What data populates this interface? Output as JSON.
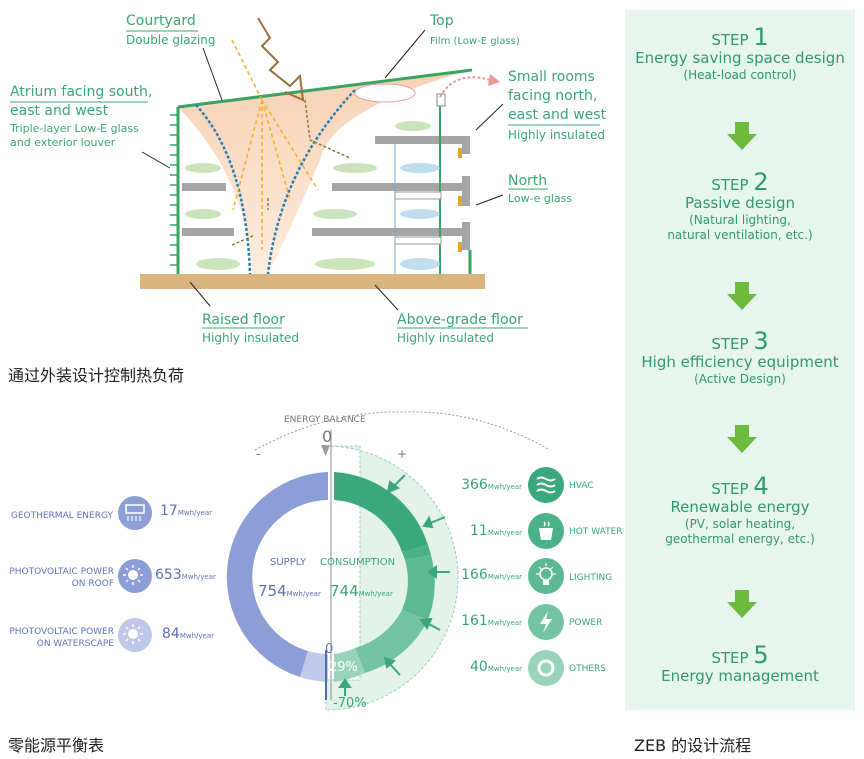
{
  "facade_diagram": {
    "courtyard": {
      "title": "Courtyard",
      "sub": "Double glazing"
    },
    "top": {
      "title": "Top",
      "sub": "Film (Low-E glass)"
    },
    "atrium": {
      "title_line1": "Atrium facing south,",
      "title_line2": "east and west",
      "sub_line1": "Triple-layer Low-E glass",
      "sub_line2": "and exterior louver"
    },
    "small_rooms": {
      "title_line1": "Small rooms",
      "title_line2": "facing north,",
      "title_line3": "east and west",
      "sub": "Highly insulated"
    },
    "north": {
      "title": "North",
      "sub": "Low-e glass"
    },
    "raised_floor": {
      "title": "Raised floor",
      "sub": "Highly insulated"
    },
    "above_grade": {
      "title": "Above-grade floor",
      "sub": "Highly insulated"
    }
  },
  "captions": {
    "facade": "通过外装设计控制热负荷",
    "balance": "零能源平衡表",
    "steps": "ZEB 的设计流程"
  },
  "energy_balance": {
    "title": "ENERGY BALANCE",
    "zero_top": "0",
    "minus": "-",
    "plus": "+",
    "supply_label": "SUPPLY",
    "consumption_label": "CONSUMPTION",
    "supply_value": "754",
    "consumption_value": "744",
    "unit": "Mwh/year",
    "zero_bottom": "0",
    "pct_29": "29%",
    "pct_neg70": "-70%",
    "colors": {
      "supply": "#8f9fd6",
      "consumption": "#43ad86",
      "light_green": "#dff0e6"
    },
    "supply_sources": [
      {
        "label_line1": "GEOTHERMAL ENERGY",
        "label_line2": "",
        "value": "17",
        "icon": "geothermal-icon",
        "mwh": 17
      },
      {
        "label_line1": "PHOTOVOLTAIC POWER",
        "label_line2": "ON ROOF",
        "value": "653",
        "icon": "sun-icon",
        "mwh": 653
      },
      {
        "label_line1": "PHOTOVOLTAIC POWER",
        "label_line2": "ON WATERSCAPE",
        "value": "84",
        "icon": "sun-icon",
        "mwh": 84
      }
    ],
    "consumption_items": [
      {
        "label": "HVAC",
        "value": "366",
        "icon": "hvac-icon",
        "mwh": 366
      },
      {
        "label": "HOT WATER",
        "value": "11",
        "icon": "hot-water-icon",
        "mwh": 11
      },
      {
        "label": "LIGHTING",
        "value": "166",
        "icon": "lighting-icon",
        "mwh": 166
      },
      {
        "label": "POWER",
        "value": "161",
        "icon": "power-icon",
        "mwh": 161
      },
      {
        "label": "OTHERS",
        "value": "40",
        "icon": "others-icon",
        "mwh": 40
      }
    ]
  },
  "steps": [
    {
      "prefix": "STEP",
      "num": "1",
      "main": "Energy saving space design",
      "sub1": "(Heat-load control)",
      "sub2": ""
    },
    {
      "prefix": "STEP",
      "num": "2",
      "main": "Passive design",
      "sub1": "(Natural lighting,",
      "sub2": "natural ventilation, etc.)"
    },
    {
      "prefix": "STEP",
      "num": "3",
      "main": "High efficiency equipment",
      "sub1": "(Active Design)",
      "sub2": ""
    },
    {
      "prefix": "STEP",
      "num": "4",
      "main": "Renewable energy",
      "sub1": "(PV, solar heating,",
      "sub2": "geothermal energy, etc.)"
    },
    {
      "prefix": "STEP",
      "num": "5",
      "main": "Energy management",
      "sub1": "",
      "sub2": ""
    }
  ]
}
